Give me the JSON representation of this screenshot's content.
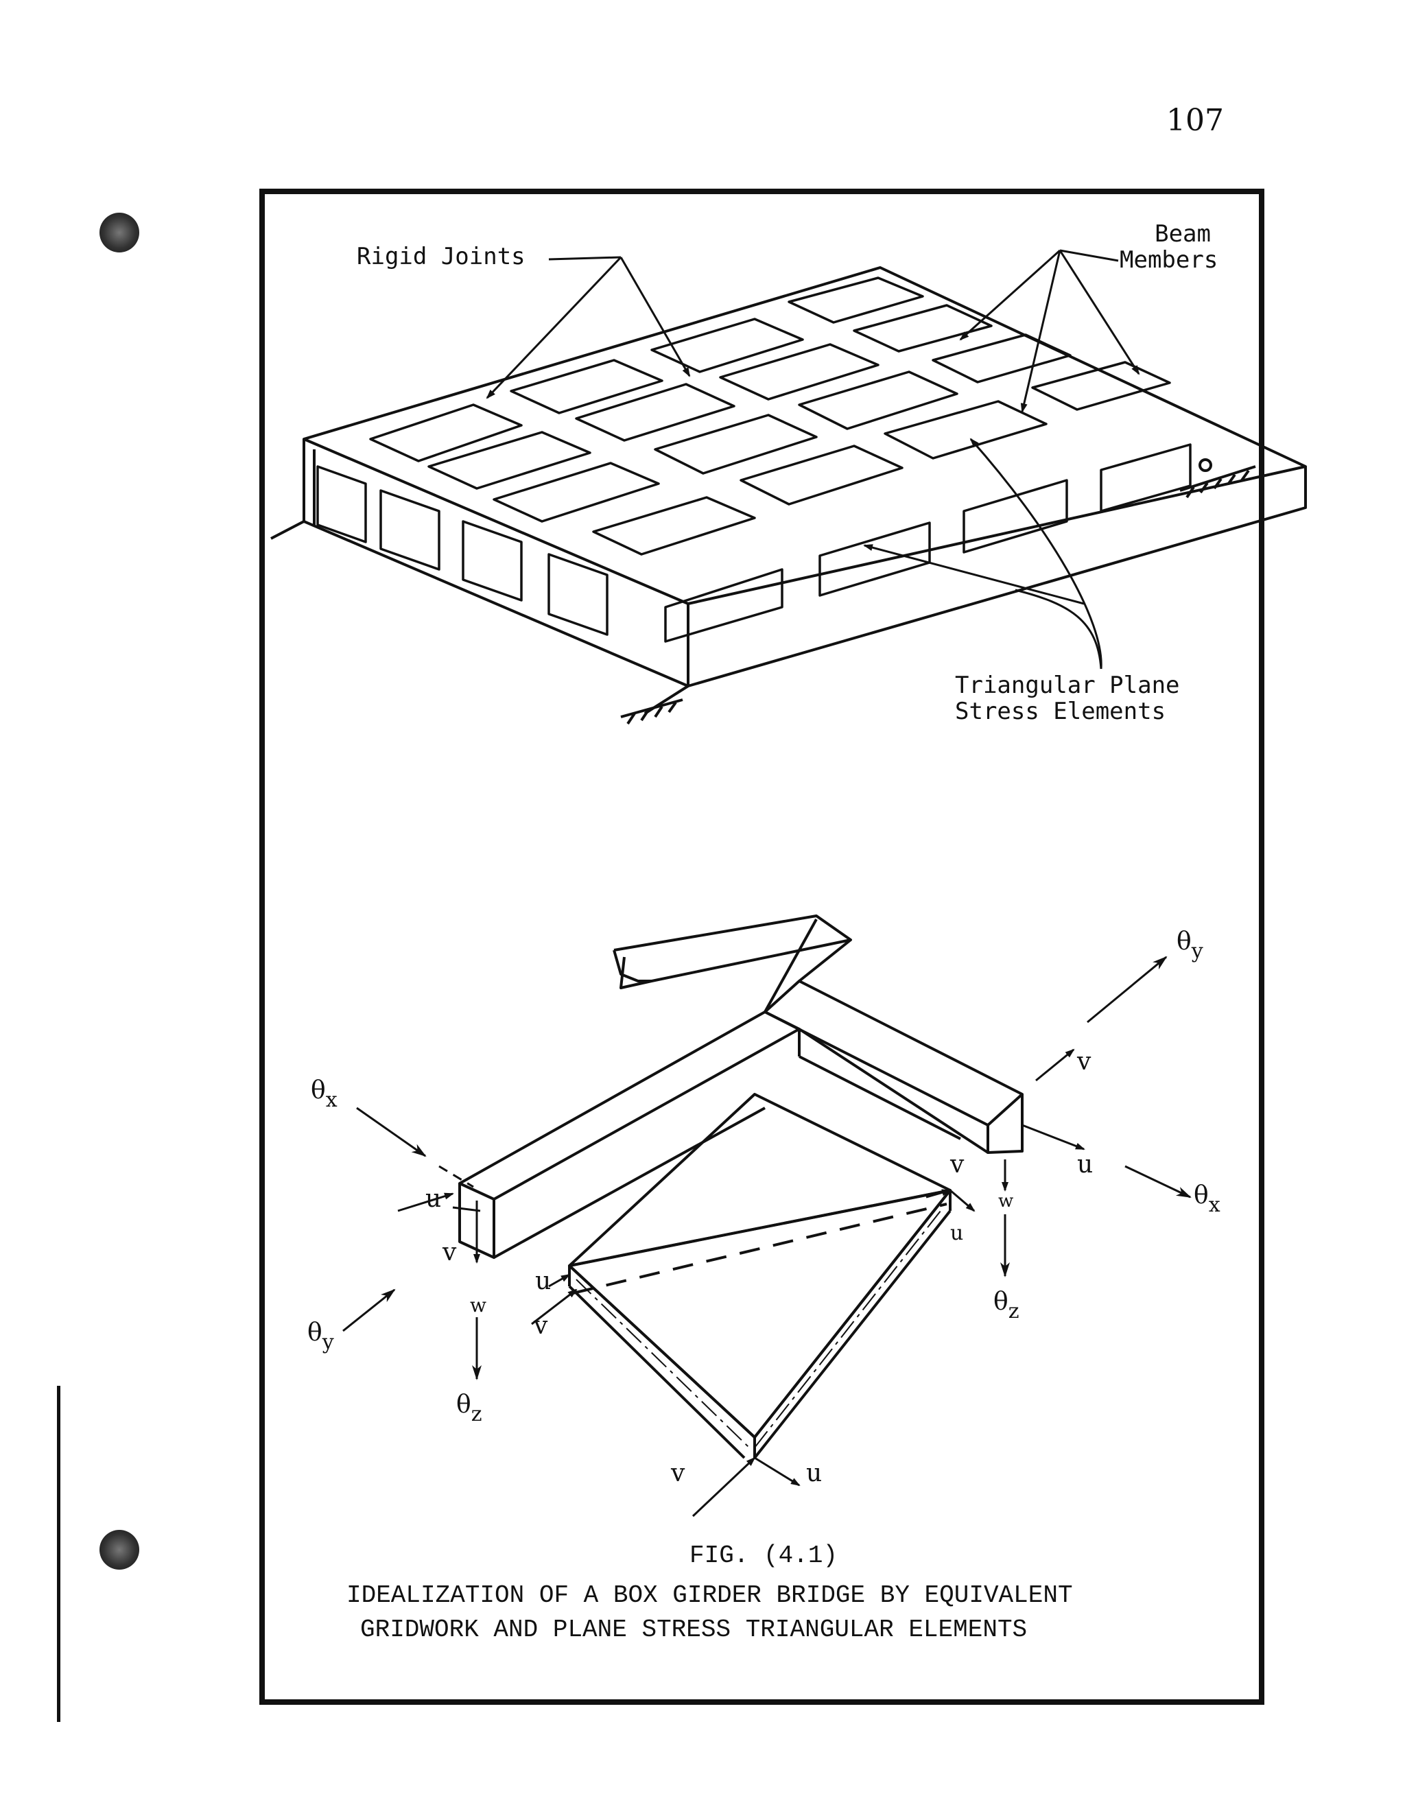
{
  "page": {
    "number": "107"
  },
  "figure_top": {
    "labels": {
      "rigid_joints": "Rigid Joints",
      "beam_members_line1": "Beam",
      "beam_members_line2": "Members",
      "triangular_line1": "Triangular Plane",
      "triangular_line2": "Stress Elements"
    }
  },
  "figure_bottom": {
    "symbols": {
      "theta": "θ",
      "sub_x": "x",
      "sub_y": "y",
      "sub_z": "z",
      "u": "u",
      "v": "v",
      "w": "w"
    }
  },
  "caption": {
    "fig_number": "FIG. (4.1)",
    "line1": "IDEALIZATION OF A BOX GIRDER BRIDGE BY EQUIVALENT",
    "line2": "GRIDWORK AND PLANE STRESS TRIANGULAR ELEMENTS"
  },
  "colors": {
    "ink": "#111111",
    "paper": "#ffffff"
  },
  "icons": [
    "punch-hole-icon",
    "support-hatch-icon"
  ]
}
